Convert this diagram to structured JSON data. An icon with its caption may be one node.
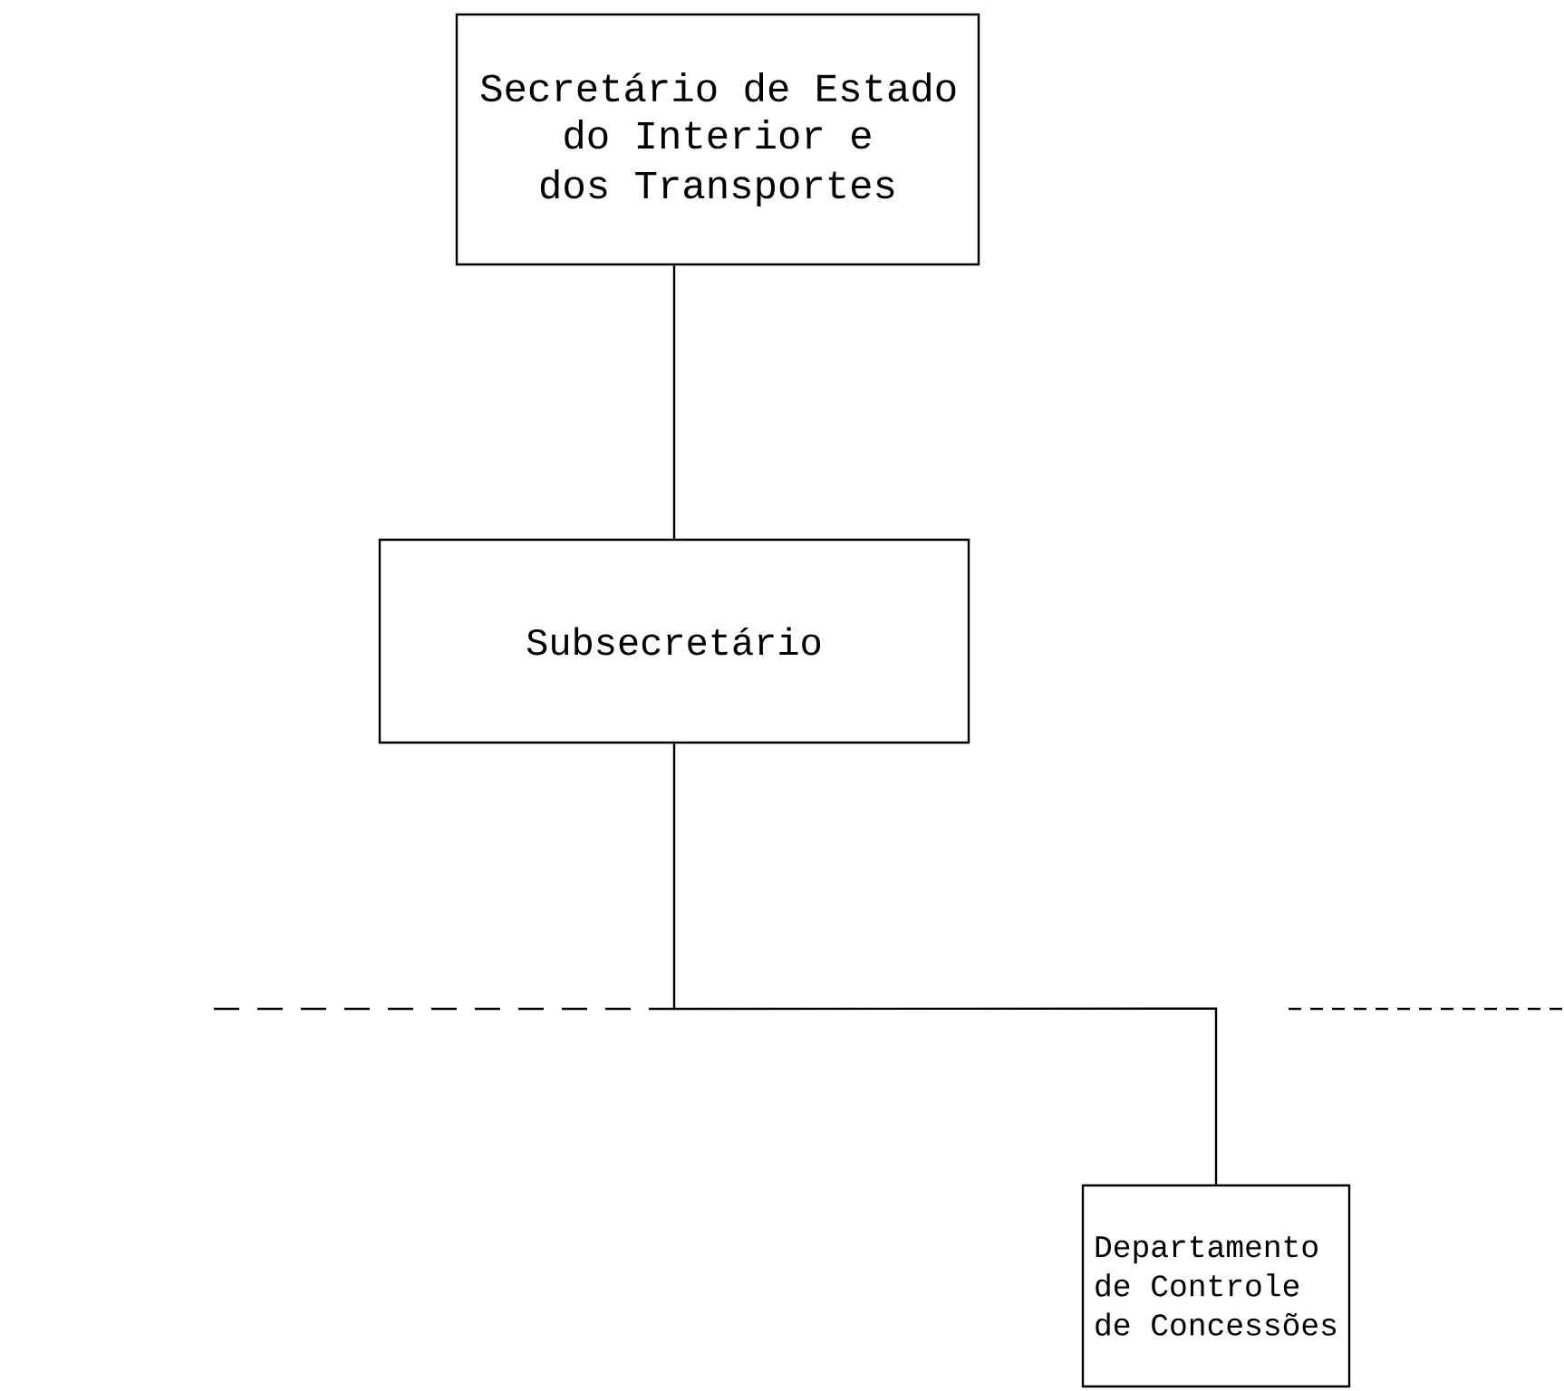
{
  "diagram": {
    "nodes": [
      {
        "text": [
          "Secretário de Estado",
          "do Interior e dos Transportes"
        ]
      },
      {
        "text": [
          "Subsecretário"
        ]
      },
      {
        "text": [
          "Departamento de Controle de Concessões"
        ]
      }
    ],
    "edges": [
      {
        "from": 0,
        "to": 1,
        "arrow": "none"
      },
      {
        "from": 1,
        "to": 2,
        "arrow": "none"
      },
      {
        "from": 1,
        "to": null,
        "arrow": "none",
        "style": "dashed"
      },
      {
        "from": 1,
        "to": null,
        "arrow": "none",
        "style": "dashed"
      }
    ]
  }
}
